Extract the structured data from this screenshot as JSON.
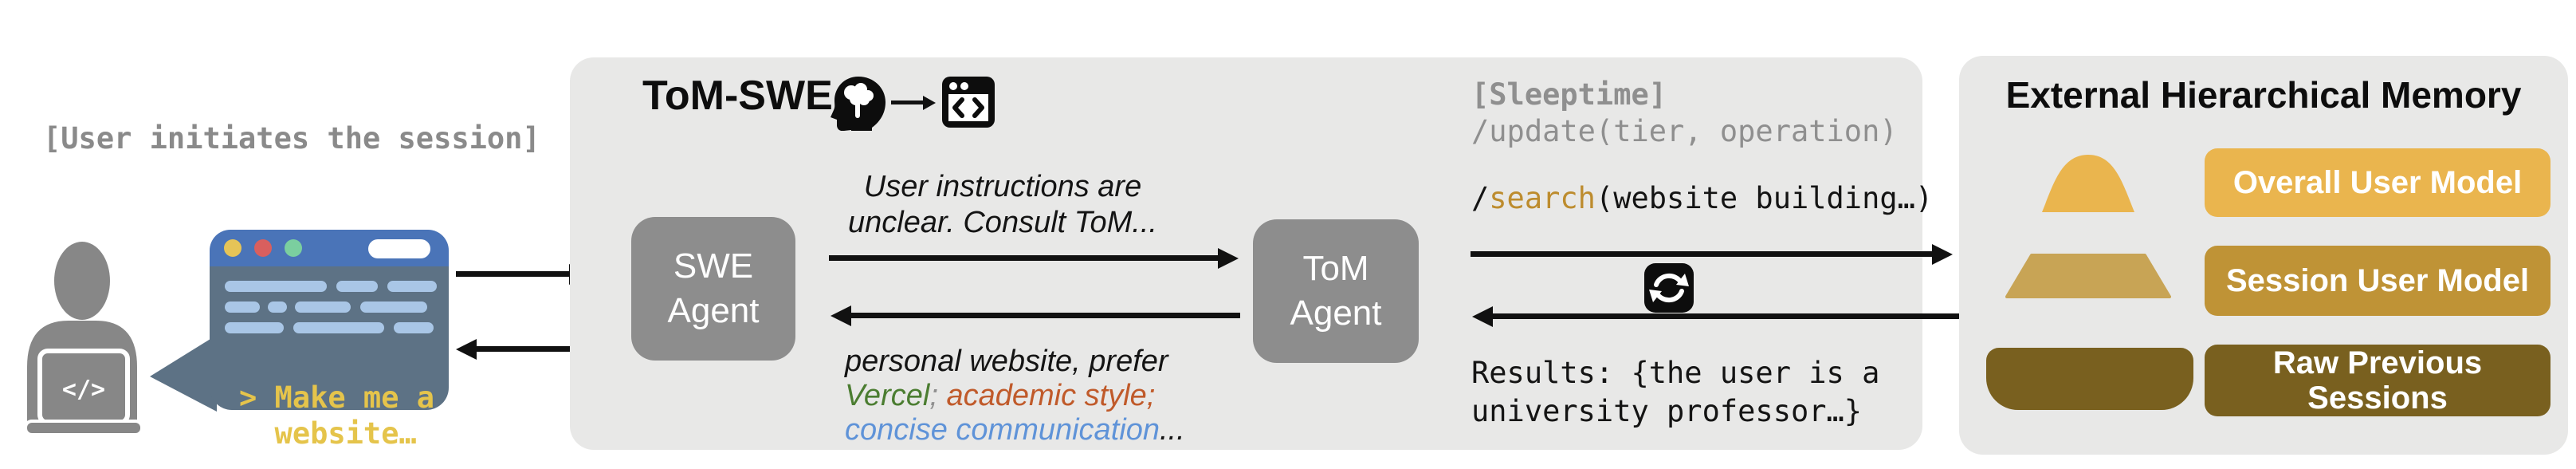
{
  "left": {
    "caption": "[User initiates the session]",
    "bubble": {
      "prompt_line1": "> Make me a",
      "prompt_line2": "  website…"
    },
    "laptop_code": "</>"
  },
  "panel": {
    "title": "ToM-SWE",
    "swe_agent": {
      "line1": "SWE",
      "line2": "Agent"
    },
    "tom_agent": {
      "line1": "ToM",
      "line2": "Agent"
    },
    "consult_note": {
      "line1": "User instructions are",
      "line2": "unclear. Consult ToM..."
    },
    "preference_note": {
      "line1": "personal website, prefer",
      "vercel": "Vercel",
      "sep": "; ",
      "academic": "academic style;",
      "concise": "concise communication",
      "ellipsis": "..."
    },
    "sleeptime": {
      "tag": "[Sleeptime]",
      "update": "/update(tier, operation)",
      "search_slash": "/",
      "search_name": "search",
      "search_args": "(website building…)"
    },
    "results": {
      "line1": "Results: {the user is a",
      "line2": "university professor…}"
    }
  },
  "memory": {
    "title": "External Hierarchical Memory",
    "labels": [
      {
        "text": "Overall User Model"
      },
      {
        "text": "Session User Model"
      },
      {
        "text": "Raw Previous Sessions"
      }
    ]
  },
  "icons": {
    "person": "user-at-laptop-icon",
    "head": "head-brain-icon",
    "code": "code-window-icon",
    "sync": "sync-icon"
  },
  "colors": {
    "panel_bg": "#e8e8e7",
    "agent_box": "#8d8d8d",
    "arrow": "#111111",
    "muted_gray": "#8a8a8a",
    "gold": "#eab54e",
    "dark_gold": "#bf9336",
    "tan": "#c8a455",
    "olive": "#79601f",
    "green": "#4b7d31",
    "orange": "#c05a2a",
    "blue": "#5f93d8",
    "search_gold": "#bd8c2e",
    "browser_blue": "#4a74b8",
    "browser_slate": "#5d7285",
    "bubble_text": "#e5c44b",
    "line_blue": "#a9c6e6"
  }
}
